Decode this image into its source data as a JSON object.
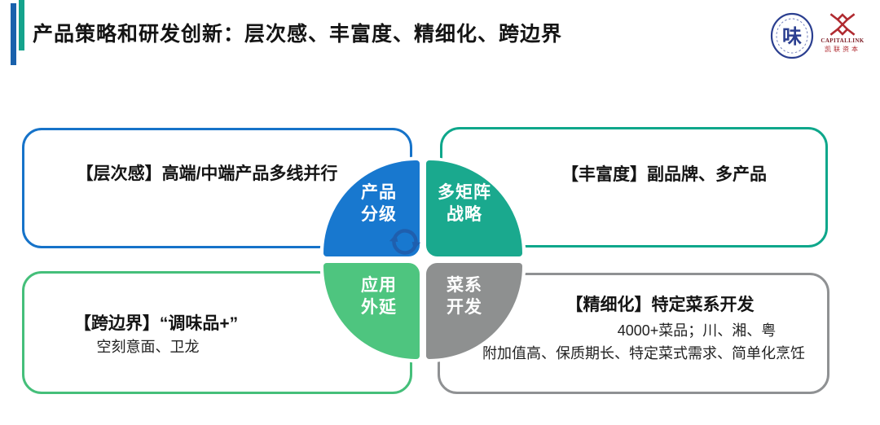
{
  "header": {
    "title": "产品策略和研发创新：层次感、丰富度、精细化、跨边界"
  },
  "logos": {
    "seal": {
      "center_char": "味"
    },
    "capitallink": {
      "wordmark": "CAPITALLINK",
      "chinese_name": "凯联资本"
    }
  },
  "diagram": {
    "quadrants": [
      {
        "id": "product-grading",
        "line1": "产品",
        "line2": "分级",
        "color": "#1878cf"
      },
      {
        "id": "multi-matrix-strategy",
        "line1": "多矩阵",
        "line2": "战略",
        "color": "#1aa98e"
      },
      {
        "id": "application-extension",
        "line1": "应用",
        "line2": "外延",
        "color": "#4ec57f"
      },
      {
        "id": "cuisine-development",
        "line1": "菜系",
        "line2": "开发",
        "color": "#8e9090"
      }
    ],
    "center_icon": "cycle-arrows",
    "boxes": [
      {
        "id": "layering",
        "heading": "【层次感】高端/中端产品多线并行",
        "border_color": "#1673c9"
      },
      {
        "id": "richness",
        "heading": "【丰富度】副品牌、多产品",
        "border_color": "#0ea78b"
      },
      {
        "id": "cross-border",
        "heading": "【跨边界】“调味品+”",
        "sub1": "空刻意面、卫龙",
        "border_color": "#45bf7a"
      },
      {
        "id": "refinement",
        "heading": "【精细化】特定菜系开发",
        "sub1": "4000+菜品；川、湘、粤",
        "sub2": "附加值高、保质期长、特定菜式需求、简单化烹饪",
        "border_color": "#8f9193"
      }
    ]
  },
  "accent_colors": {
    "blue_bar": "#1961ac",
    "teal_bar": "#14a38c",
    "arrow_blue": "#1f5fae"
  }
}
